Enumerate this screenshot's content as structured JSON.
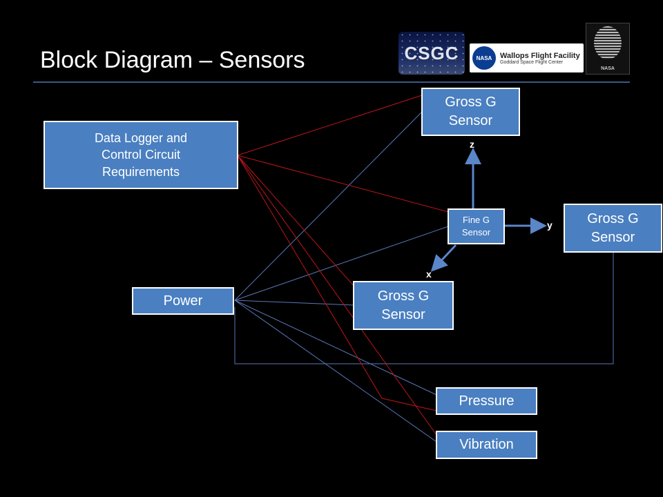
{
  "title": "Block Diagram – Sensors",
  "logos": {
    "csgc": "CSGC",
    "wallops": {
      "name": "Wallops Flight Facility",
      "subtitle": "Goddard Space Flight Center",
      "emblem": "NASA"
    },
    "seal": "NASA"
  },
  "blocks": {
    "data_logger": "Data Logger and\nControl Circuit\nRequirements",
    "power": "Power",
    "gross_g_top": "Gross G\nSensor",
    "gross_g_right": "Gross G\nSensor",
    "gross_g_mid": "Gross G\nSensor",
    "fine_g": "Fine G\nSensor",
    "pressure": "Pressure",
    "vibration": "Vibration"
  },
  "axes": {
    "x": "x",
    "y": "y",
    "z": "z"
  },
  "colors": {
    "background": "#000000",
    "block_fill": "#4a7fc1",
    "block_border": "#ffffff",
    "power_wire": "#5a78b8",
    "data_wire": "#c0151a",
    "axis_arrow": "#5b86c9",
    "title_rule": "#3b5a86"
  }
}
